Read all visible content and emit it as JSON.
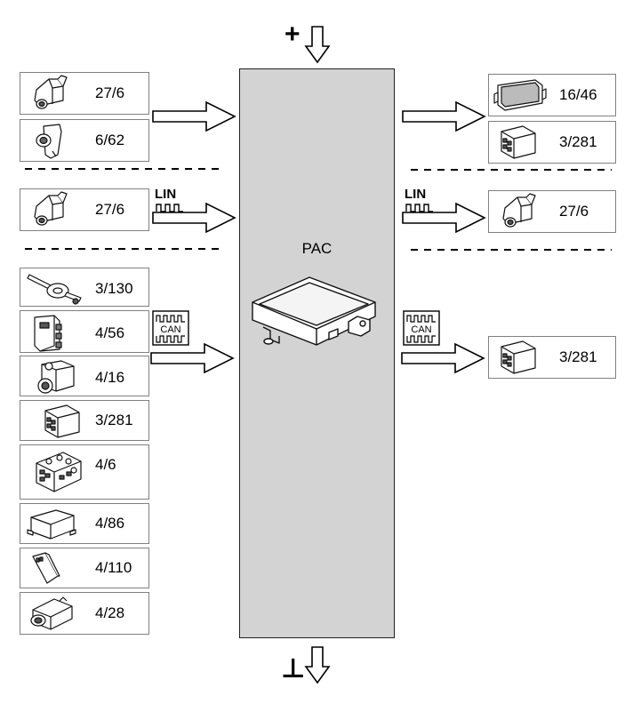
{
  "center": {
    "label": "PAC"
  },
  "supply": {
    "positive": "+",
    "ground": "⊥"
  },
  "buses": {
    "lin": "LIN",
    "can": "CAN"
  },
  "left_devices": [
    {
      "code": "27/6",
      "icon": "camera-icon"
    },
    {
      "code": "6/62",
      "icon": "sensor-icon"
    },
    {
      "code": "27/6",
      "icon": "camera-icon"
    },
    {
      "code": "3/130",
      "icon": "steering-switch-icon"
    },
    {
      "code": "4/56",
      "icon": "relay-module-icon"
    },
    {
      "code": "4/16",
      "icon": "abs-unit-icon"
    },
    {
      "code": "3/281",
      "icon": "control-unit-icon"
    },
    {
      "code": "4/6",
      "icon": "control-panel-icon"
    },
    {
      "code": "4/86",
      "icon": "module-box-icon"
    },
    {
      "code": "4/110",
      "icon": "key-module-icon"
    },
    {
      "code": "4/28",
      "icon": "actuator-icon"
    }
  ],
  "right_devices": [
    {
      "code": "16/46",
      "icon": "display-icon"
    },
    {
      "code": "3/281",
      "icon": "control-unit-icon"
    },
    {
      "code": "27/6",
      "icon": "camera-icon"
    },
    {
      "code": "3/281",
      "icon": "control-unit-icon"
    }
  ]
}
